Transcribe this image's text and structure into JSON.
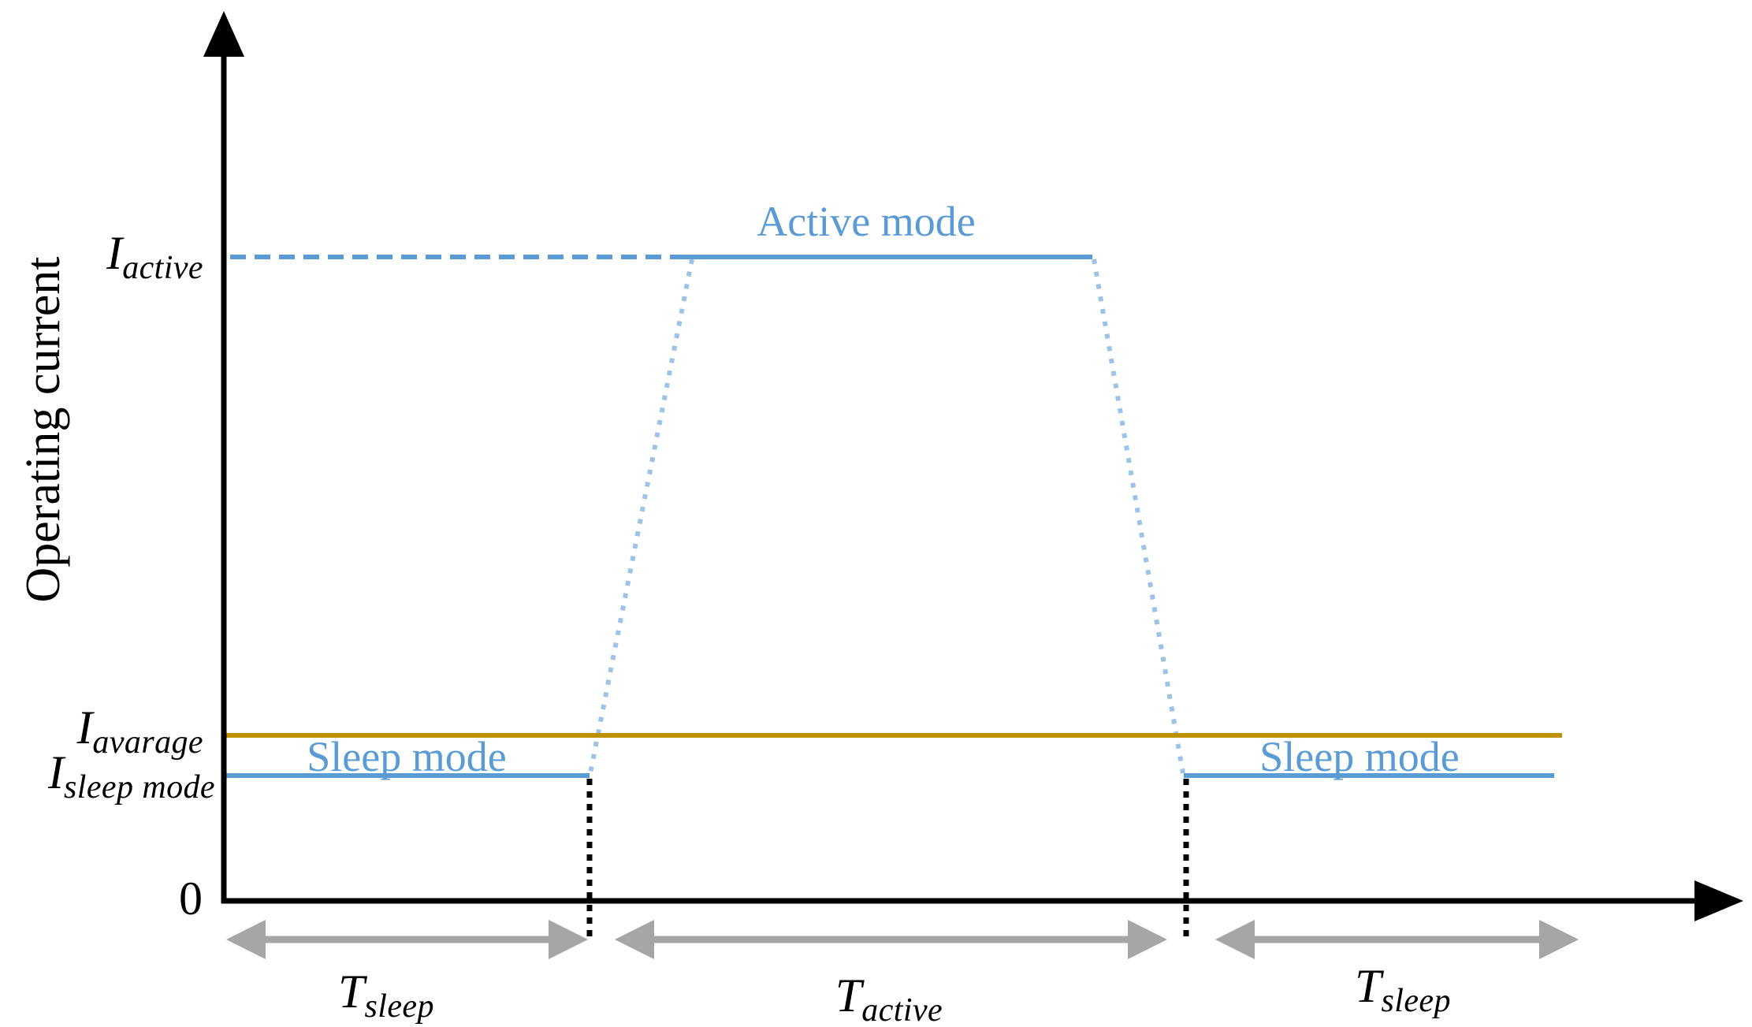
{
  "figure": {
    "ylabel": "Operating current",
    "origin_label": "0",
    "axis_labels": {
      "i_active": {
        "main": "I",
        "sub": "active"
      },
      "i_avarage": {
        "main": "I",
        "sub": "avarage"
      },
      "i_sleep_mode": {
        "main": "I",
        "sub": "sleep mode"
      },
      "t_sleep_left": {
        "main": "T",
        "sub": "sleep"
      },
      "t_active": {
        "main": "T",
        "sub": "active"
      },
      "t_sleep_right": {
        "main": "T",
        "sub": "sleep"
      }
    },
    "annotations": {
      "active_mode": "Active mode",
      "sleep_mode_left": "Sleep mode",
      "sleep_mode_right": "Sleep mode"
    }
  },
  "colors": {
    "waveform_blue": "#5B9BD5",
    "transition_blue": "#9DC3E6",
    "average_orange": "#BF9000",
    "arrow_gray": "#A6A6A6",
    "axis_black": "#000000"
  },
  "chart_data": {
    "type": "line",
    "title": "",
    "xlabel": "",
    "ylabel": "Operating current",
    "x_axis": "time (no tick labels; origin marked 0)",
    "y_axis": "current (no numeric ticks; levels marked symbolically)",
    "grid": false,
    "legend": "none",
    "levels_normalized_to_I_active": {
      "I_active": 1.0,
      "I_avarage": 0.26,
      "I_sleep_mode": 0.2,
      "zero": 0.0
    },
    "series": [
      {
        "name": "operating current waveform",
        "style": "solid blue plateaus with dotted light-blue ramp transitions; I_active level left of plateau drawn as blue dashed guide",
        "points_x_normalized_y_normalized": [
          [
            0.0,
            0.2
          ],
          [
            0.275,
            0.2
          ],
          [
            0.355,
            1.0
          ],
          [
            0.653,
            1.0
          ],
          [
            0.721,
            0.2
          ],
          [
            1.0,
            0.2
          ]
        ]
      },
      {
        "name": "average current (I_avarage)",
        "style": "solid orange horizontal line",
        "points_x_normalized_y_normalized": [
          [
            0.0,
            0.26
          ],
          [
            1.006,
            0.26
          ]
        ]
      }
    ],
    "segments": [
      {
        "label": "T_sleep",
        "x_start": 0.0,
        "x_end": 0.275,
        "mode": "Sleep mode"
      },
      {
        "label": "T_active",
        "x_start": 0.275,
        "x_end": 0.723,
        "mode": "Active mode"
      },
      {
        "label": "T_sleep",
        "x_start": 0.723,
        "x_end": 1.0,
        "mode": "Sleep mode"
      }
    ],
    "annotations": [
      "Active mode",
      "Sleep mode",
      "Sleep mode"
    ],
    "boundary_markers": "vertical black dotted lines at segment boundaries (x=0.275 and x=0.723), from sleep level down past the x-axis",
    "segment_arrows": "gray double-headed horizontal arrows under the x-axis for each segment"
  }
}
